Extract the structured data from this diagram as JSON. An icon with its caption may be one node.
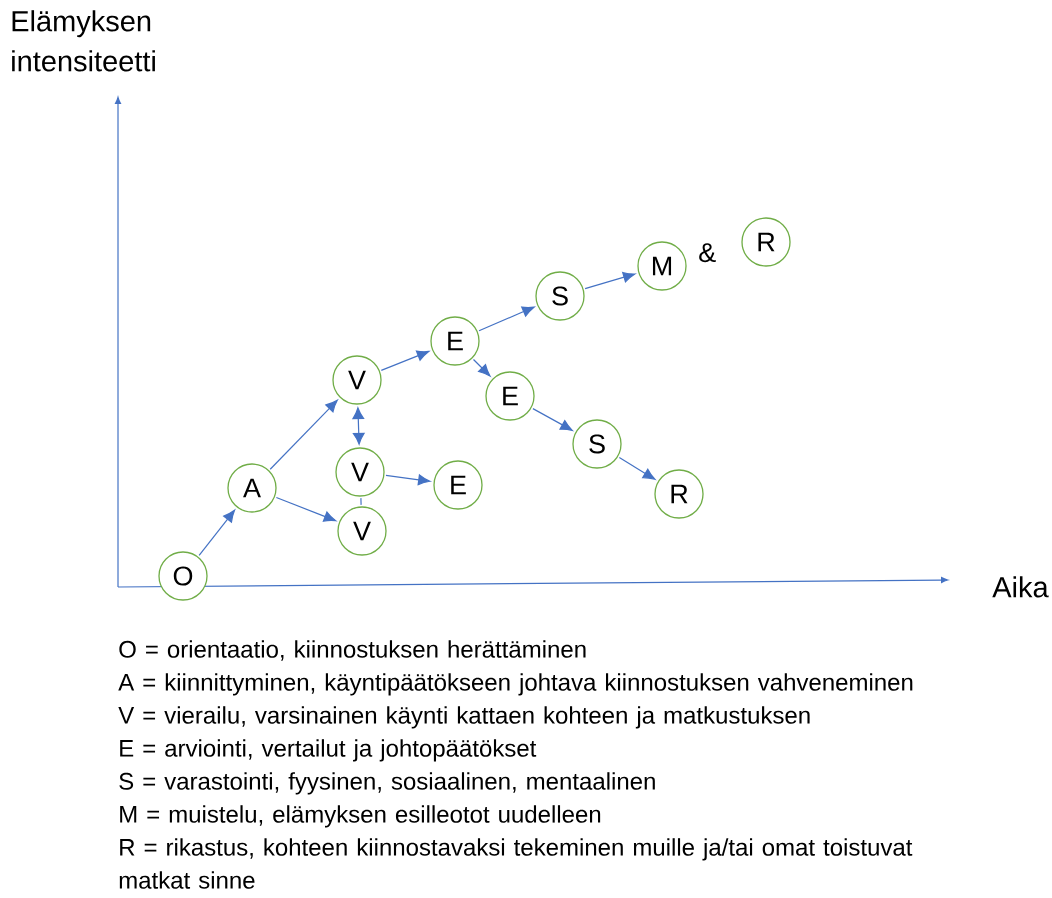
{
  "diagram": {
    "nodes": [
      {
        "text": [
          "O"
        ]
      },
      {
        "text": [
          "A"
        ]
      },
      {
        "text": [
          "V"
        ]
      },
      {
        "text": [
          "V"
        ]
      },
      {
        "text": [
          "E"
        ]
      },
      {
        "text": [
          "V"
        ]
      },
      {
        "text": [
          "E"
        ]
      },
      {
        "text": [
          "S"
        ]
      },
      {
        "text": [
          "M"
        ]
      },
      {
        "text": [
          "R"
        ]
      },
      {
        "text": [
          "E"
        ]
      },
      {
        "text": [
          "S"
        ]
      },
      {
        "text": [
          "R"
        ]
      }
    ],
    "edges": [
      {
        "from": 0,
        "to": 1,
        "arrow": "to"
      },
      {
        "from": 1,
        "to": 2,
        "arrow": "to"
      },
      {
        "from": 1,
        "to": 5,
        "arrow": "to"
      },
      {
        "from": 2,
        "to": 3,
        "arrow": "both"
      },
      {
        "from": 3,
        "to": 4,
        "arrow": "to"
      },
      {
        "from": 3,
        "to": 5,
        "arrow": "none"
      },
      {
        "from": 2,
        "to": 6,
        "arrow": "to"
      },
      {
        "from": 6,
        "to": 7,
        "arrow": "to"
      },
      {
        "from": 7,
        "to": 8,
        "arrow": "to"
      },
      {
        "from": 6,
        "to": 10,
        "arrow": "to"
      },
      {
        "from": 10,
        "to": 11,
        "arrow": "to"
      },
      {
        "from": 11,
        "to": 12,
        "arrow": "to"
      }
    ],
    "labels": [
      "Elämyksen intensiteetti",
      "&",
      "Aika",
      "O = orientaatio, kiinnostuksen herättäminen",
      "A = kiinnittyminen, käyntipäätökseen johtava kiinnostuksen vahveneminen",
      "V = vierailu, varsinainen käynti kattaen kohteen ja matkustuksen",
      "E = arviointi, vertailut ja johtopäätökset",
      "S = varastointi, fyysinen, sosiaalinen, mentaalinen",
      "M = muistelu, elämyksen esilleotot uudelleen",
      "R = rikastus, kohteen kiinnostavaksi tekeminen muille ja/tai omat toistuvat matkat sinne"
    ]
  }
}
